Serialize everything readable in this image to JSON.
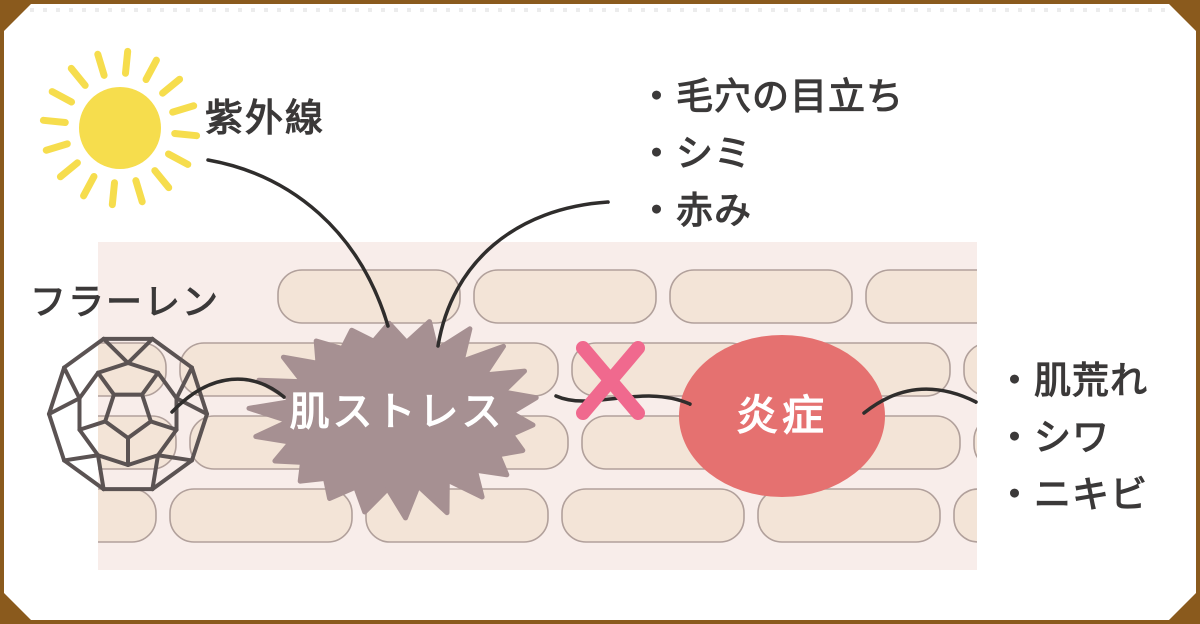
{
  "diagram": {
    "sun_label": "紫外線",
    "fullerene_label": "フラーレン",
    "stress_label": "肌ストレス",
    "inflammation_label": "炎症",
    "uv_effects": {
      "item1": "・毛穴の目立ち",
      "item2": "・シミ",
      "item3": "・赤み"
    },
    "inflammation_effects": {
      "item1": "・肌荒れ",
      "item2": "・シワ",
      "item3": "・ニキビ"
    }
  },
  "colors": {
    "frame_border": "#8a5a1d",
    "panel_background": "#ffffff",
    "skin_band_background": "#f8edea",
    "skin_cell_fill": "#f3e4d7",
    "skin_cell_stroke": "#b1a09b",
    "stress_blob": "#a69092",
    "inflammation_ellipse": "#e57170",
    "cross_mark": "#f0698e",
    "sun_yellow": "#f6dd4d",
    "dark_text": "#3b3939",
    "arrow_stroke": "#2f2d2c",
    "white_text": "#ffffff"
  }
}
